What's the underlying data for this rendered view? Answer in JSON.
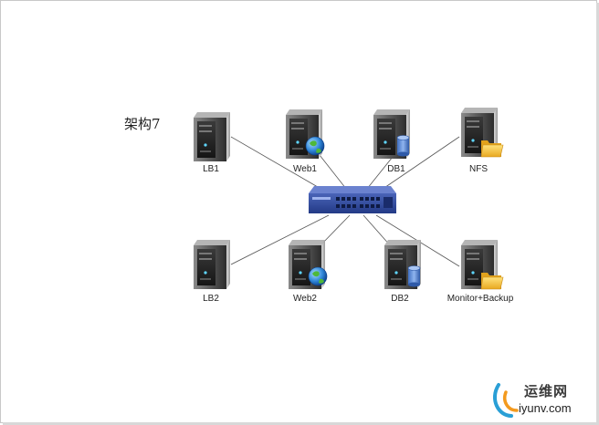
{
  "diagram": {
    "title": "架构7",
    "switch": {
      "icon": "network-switch-icon"
    },
    "nodes": [
      {
        "id": "lb1",
        "label": "LB1",
        "icon": "server-icon",
        "badge": ""
      },
      {
        "id": "web1",
        "label": "Web1",
        "icon": "server-icon",
        "badge": "globe-icon"
      },
      {
        "id": "db1",
        "label": "DB1",
        "icon": "server-icon",
        "badge": "database-icon"
      },
      {
        "id": "nfs",
        "label": "NFS",
        "icon": "server-icon",
        "badge": "folder-icon"
      },
      {
        "id": "lb2",
        "label": "LB2",
        "icon": "server-icon",
        "badge": ""
      },
      {
        "id": "web2",
        "label": "Web2",
        "icon": "server-icon",
        "badge": "globe-icon"
      },
      {
        "id": "db2",
        "label": "DB2",
        "icon": "server-icon",
        "badge": "database-icon"
      },
      {
        "id": "monitor",
        "label": "Monitor+Backup",
        "icon": "server-icon",
        "badge": "folder-icon"
      }
    ]
  },
  "watermark": {
    "text_cn": "运维网",
    "url": "iyunv.com",
    "colors": {
      "arc_blue": "#2a9fd6",
      "arc_orange": "#f39a1e"
    }
  }
}
